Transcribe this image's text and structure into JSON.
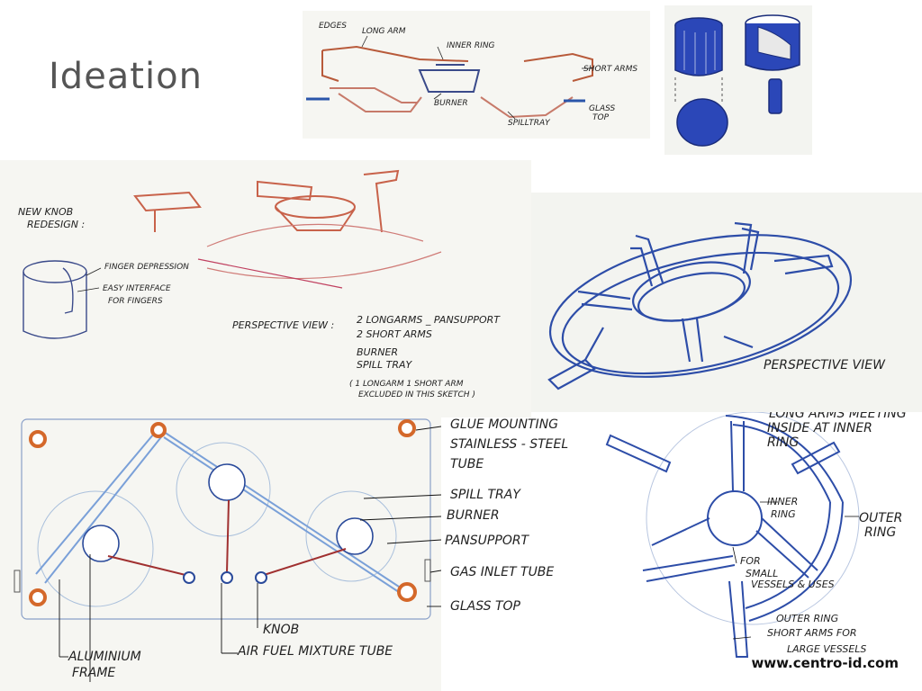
{
  "slide_title": "Ideation",
  "credit": "www.centro-id.com",
  "sketch_section": {
    "labels": {
      "edges": "EDGES",
      "long_arm": "LONG ARM",
      "inner_ring": "INNER RING",
      "short_arms": "SHORT ARMS",
      "burner": "BURNER",
      "spill_tray": "SPILLTRAY",
      "glass_top_1": "GLASS",
      "glass_top_2": "TOP"
    }
  },
  "sketch_knob": {
    "labels": {
      "new_knob_1": "NEW KNOB",
      "new_knob_2": "REDESIGN :",
      "finger_depression": "FINGER DEPRESSION",
      "easy_interface_1": "EASY INTERFACE",
      "easy_interface_2": "FOR FINGERS",
      "perspective_view": "PERSPECTIVE VIEW :",
      "item_1": "2 LONGARMS _ PANSUPPORT",
      "item_2": "2 SHORT ARMS",
      "item_3": "BURNER",
      "item_4": "SPILL TRAY",
      "note_1": "( 1 LONGARM 1 SHORT ARM",
      "note_2": "EXCLUDED IN THIS SKETCH )"
    }
  },
  "sketch_perspective": {
    "labels": {
      "perspective_view": "PERSPECTIVE VIEW"
    }
  },
  "sketch_plan": {
    "labels": {
      "glue_mounting_1": "GLUE MOUNTING",
      "glue_mounting_2": "STAINLESS - STEEL",
      "glue_mounting_3": "TUBE",
      "spill_tray": "SPILL TRAY",
      "burner": "BURNER",
      "pan_support": "PANSUPPORT",
      "gas_inlet": "GAS INLET TUBE",
      "glass_top": "GLASS TOP",
      "knob": "KNOB",
      "aluminium_1": "ALUMINIUM",
      "aluminium_2": "FRAME",
      "air_fuel": "AIR FUEL MIXTURE TUBE"
    }
  },
  "sketch_top": {
    "labels": {
      "long_arms_1": "LONG ARMS MEETING",
      "long_arms_2": "INSIDE AT INNER",
      "long_arms_3": "RING",
      "inner_ring_1": "INNER",
      "inner_ring_2": "RING",
      "outer_ring_1": "OUTER",
      "outer_ring_2": "RING",
      "for_small_1": "FOR",
      "for_small_2": "SMALL",
      "for_small_3": "VESSELS & USES",
      "outer_short_1": "OUTER RING",
      "outer_short_2": "SHORT ARMS FOR",
      "outer_short_3": "LARGE VESSELS"
    }
  }
}
